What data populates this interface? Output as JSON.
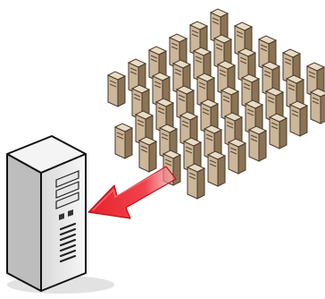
{
  "scene": {
    "background_color": "#ffffff",
    "server_grid": {
      "icon": "tower-server-icon",
      "body_color": "#cdb79a",
      "shade_color": "#8b7355",
      "outline_color": "#4a3a28",
      "rows": 8,
      "columns": 6
    },
    "arrow": {
      "icon": "arrow-left-icon",
      "direction": "toward-main-server",
      "color": "#e8202a"
    },
    "main_server": {
      "icon": "server-tower-icon",
      "body_color": "#f2f2f2",
      "side_color": "#bdbdbd",
      "outline_color": "#111111"
    }
  }
}
